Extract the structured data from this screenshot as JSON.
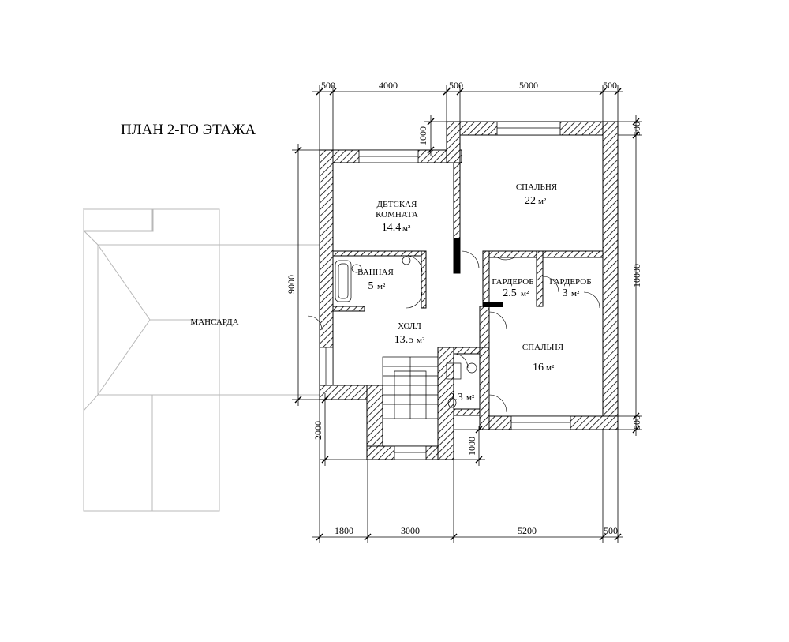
{
  "title": "ПЛАН 2-ГО ЭТАЖА",
  "rooms": [
    {
      "name": "ДЕТСКАЯ",
      "name2": "КОМНАТА",
      "area": "14.4",
      "unit": "м²"
    },
    {
      "name": "СПАЛЬНЯ",
      "area": "22",
      "unit": "м²"
    },
    {
      "name": "ВАННАЯ",
      "area": "5",
      "unit": "м²"
    },
    {
      "name": "ГАРДЕРОБ",
      "area": "2.5",
      "unit": "м²"
    },
    {
      "name": "ГАРДЕРОБ",
      "area": "3",
      "unit": "м²"
    },
    {
      "name": "ХОЛЛ",
      "area": "13.5",
      "unit": "м²"
    },
    {
      "name": "СПАЛЬНЯ",
      "area": "16",
      "unit": "м²"
    },
    {
      "area": "2.3",
      "unit": "м²"
    },
    {
      "name": "МАНСАРДА"
    }
  ],
  "dimensions": {
    "top": [
      "500",
      "4000",
      "500",
      "5000",
      "500"
    ],
    "bottom": [
      "1800",
      "3000",
      "5200",
      "500"
    ],
    "right": [
      "500",
      "10000",
      "500"
    ],
    "left": [
      "1000",
      "9000",
      "2000"
    ],
    "inner": [
      "1000"
    ]
  }
}
